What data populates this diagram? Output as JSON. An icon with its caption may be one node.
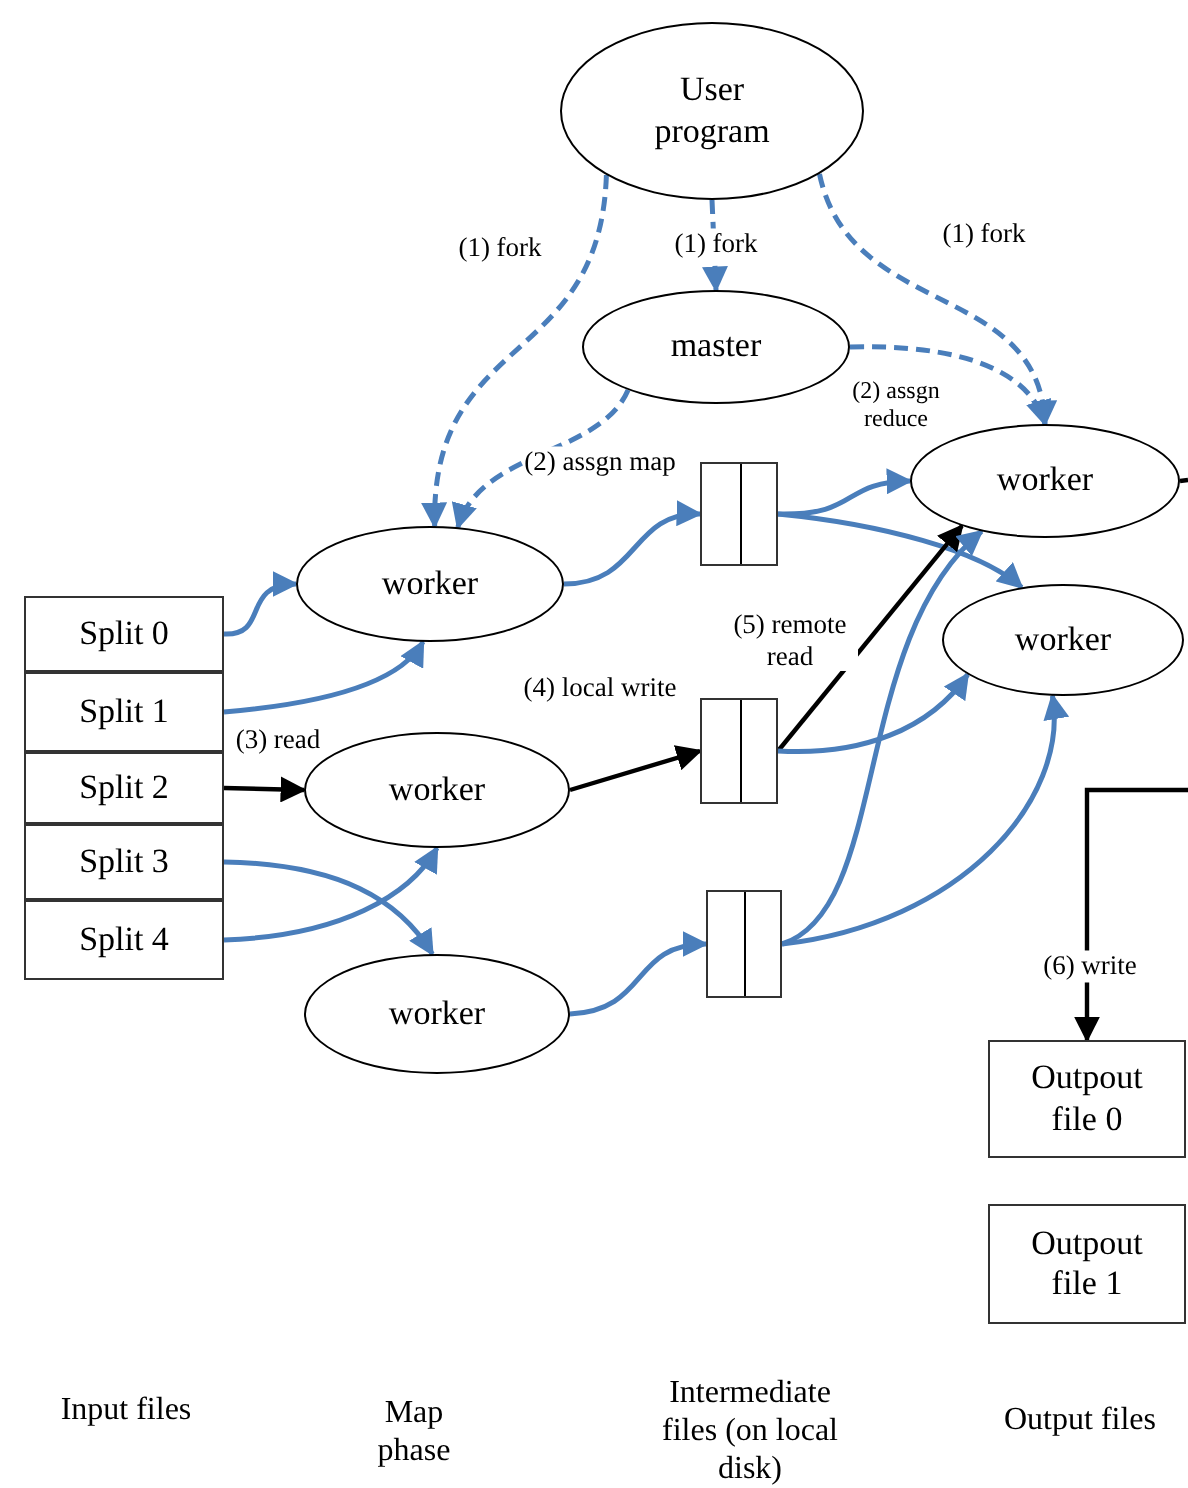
{
  "diagram": {
    "nodes": [
      {
        "text": [
          "User program"
        ]
      },
      {
        "text": [
          "master"
        ]
      },
      {
        "text": [
          "worker"
        ]
      },
      {
        "text": [
          "worker"
        ]
      },
      {
        "text": [
          "worker"
        ]
      },
      {
        "text": [
          "worker"
        ]
      },
      {
        "text": [
          "worker"
        ]
      },
      {
        "text": [
          "Split 0"
        ]
      },
      {
        "text": [
          "Split 1"
        ]
      },
      {
        "text": [
          "Split 2"
        ]
      },
      {
        "text": [
          "Split 3"
        ]
      },
      {
        "text": [
          "Split 4"
        ]
      },
      {
        "text": [],
        "shape": "box"
      },
      {
        "text": [],
        "shape": "box"
      },
      {
        "text": [],
        "shape": "box"
      },
      {
        "text": [
          "Outpout file 0"
        ]
      },
      {
        "text": [
          "Outpout file 1"
        ]
      }
    ],
    "edges": [
      {
        "from": 0,
        "to": 4,
        "arrow": "to",
        "label": "(1) fork",
        "style": "dashed"
      },
      {
        "from": 0,
        "to": 1,
        "arrow": "to",
        "label": "(1) fork",
        "style": "dashed"
      },
      {
        "from": 0,
        "to": 2,
        "arrow": "to",
        "label": "(1) fork",
        "style": "dashed"
      },
      {
        "from": 1,
        "to": 4,
        "arrow": "to",
        "label": "(2) assgn map",
        "style": "dashed"
      },
      {
        "from": 1,
        "to": 2,
        "arrow": "to",
        "label": "(2) assgn reduce",
        "style": "dashed"
      },
      {
        "from": 7,
        "to": 4,
        "arrow": "to"
      },
      {
        "from": 8,
        "to": 4,
        "arrow": "to"
      },
      {
        "from": 9,
        "to": 5,
        "arrow": "to",
        "label": "(3) read",
        "color": "#000000"
      },
      {
        "from": 10,
        "to": 6,
        "arrow": "to"
      },
      {
        "from": 11,
        "to": 5,
        "arrow": "to"
      },
      {
        "from": 4,
        "to": 12,
        "arrow": "to"
      },
      {
        "from": 5,
        "to": 13,
        "arrow": "to",
        "label": "(4) local write",
        "color": "#000000"
      },
      {
        "from": 6,
        "to": 14,
        "arrow": "to"
      },
      {
        "from": 12,
        "to": 2,
        "arrow": "to"
      },
      {
        "from": 12,
        "to": 3,
        "arrow": "to"
      },
      {
        "from": 13,
        "to": 2,
        "arrow": "to",
        "label": "(5) remote read",
        "color": "#000000"
      },
      {
        "from": 13,
        "to": 3,
        "arrow": "to"
      },
      {
        "from": 14,
        "to": 2,
        "arrow": "to"
      },
      {
        "from": 14,
        "to": 3,
        "arrow": "to"
      },
      {
        "from": 2,
        "to": null,
        "arrow": "none",
        "color": "#000000"
      },
      {
        "from": null,
        "to": 15,
        "arrow": "to",
        "label": "(6) write",
        "color": "#000000"
      }
    ],
    "labels": [
      "Input files",
      "Map phase",
      "Intermediate files (on local disk)",
      "Output files"
    ]
  }
}
